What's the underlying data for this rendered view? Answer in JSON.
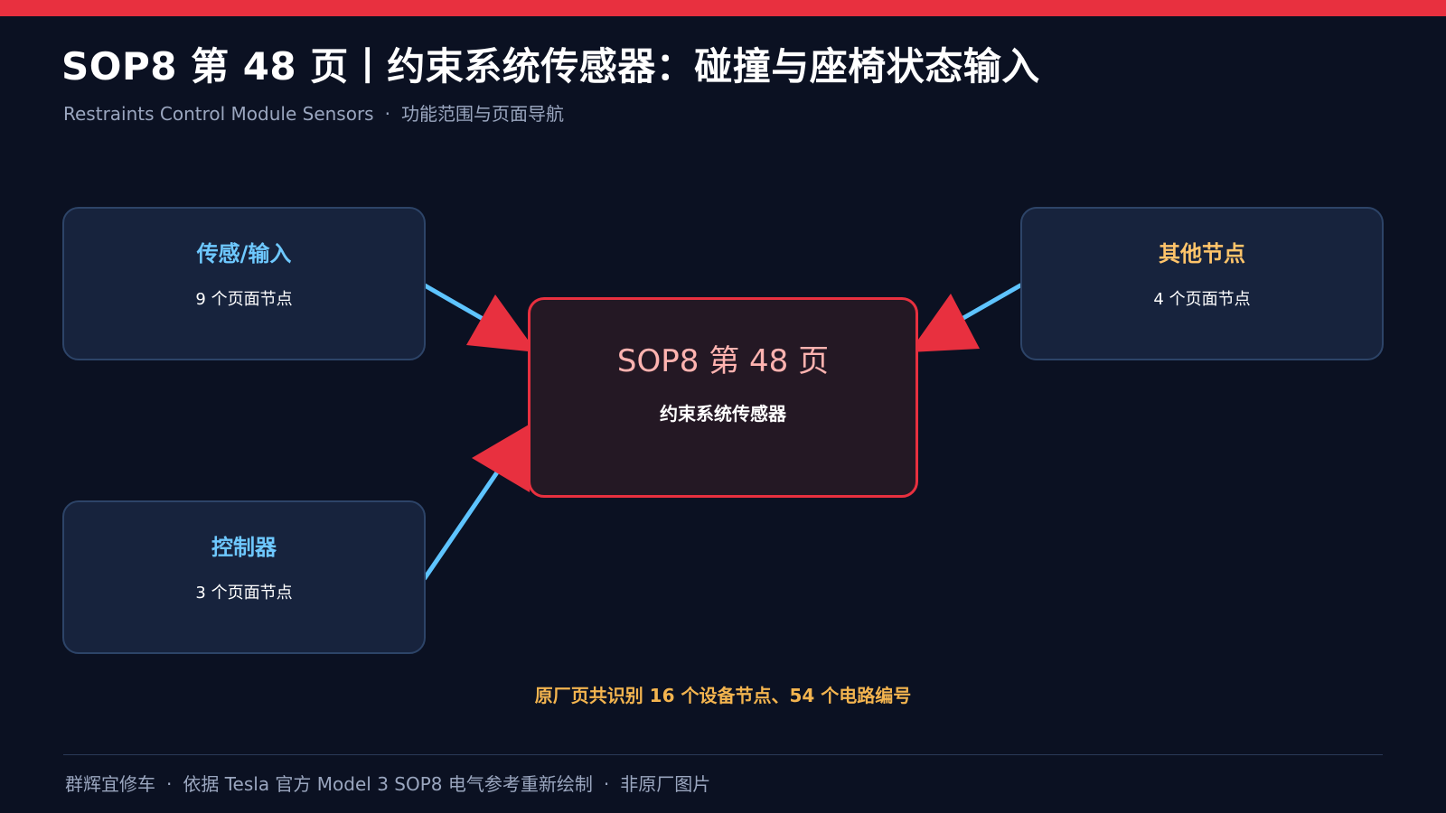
{
  "header": {
    "title": "SOP8 第 48 页丨约束系统传感器：碰撞与座椅状态输入",
    "subtitle_left": "Restraints Control Module Sensors",
    "subtitle_sep": "·",
    "subtitle_right": "功能范围与页面导航"
  },
  "nodes": {
    "sensing": {
      "title": "传感/输入",
      "count": "9 个页面节点"
    },
    "other": {
      "title": "其他节点",
      "count": "4 个页面节点"
    },
    "controller": {
      "title": "控制器",
      "count": "3 个页面节点"
    }
  },
  "center": {
    "title": "SOP8 第 48 页",
    "subtitle": "约束系统传感器"
  },
  "summary": "原厂页共识别 16 个设备节点、54 个电路编号",
  "footer": {
    "part1": "群辉宜修车",
    "sep": "·",
    "part2": "依据 Tesla 官方 Model 3 SOP8 电气参考重新绘制",
    "part3": "非原厂图片"
  },
  "colors": {
    "accent_red": "#e8303f",
    "connector_blue": "#5ec4ff",
    "title_blue": "#6ec8ff",
    "title_orange": "#ffc46a",
    "summary_orange": "#f3b44f",
    "background": "#0b1122",
    "node_fill": "#17233d"
  }
}
